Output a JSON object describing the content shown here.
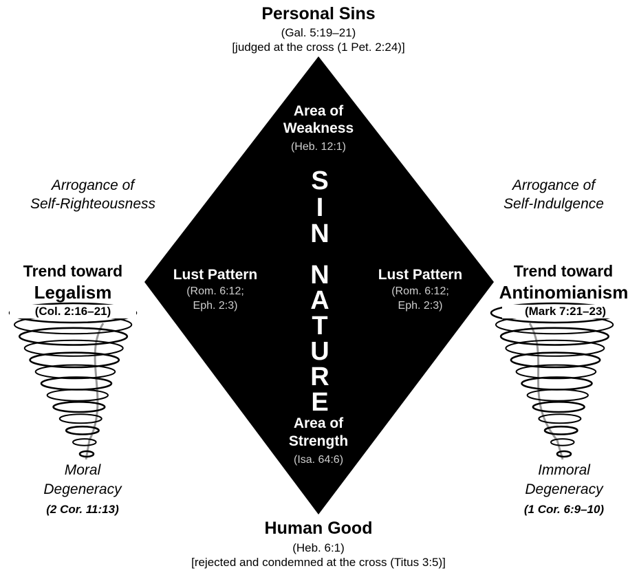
{
  "top": {
    "title": "Personal Sins",
    "ref": "(Gal. 5:19–21)",
    "note": "[judged at the cross (1 Pet. 2:24)]"
  },
  "bottom": {
    "title": "Human Good",
    "ref": "(Heb. 6:1)",
    "note": "[rejected and condemned at the cross (Titus 3:5)]"
  },
  "diamond": {
    "top_area_line1": "Area of",
    "top_area_line2": "Weakness",
    "top_area_ref": "(Heb. 12:1)",
    "bottom_area_line1": "Area of",
    "bottom_area_line2": "Strength",
    "bottom_area_ref": "(Isa. 64:6)",
    "left_lust_title": "Lust Pattern",
    "left_lust_ref1": "(Rom. 6:12;",
    "left_lust_ref2": "Eph. 2:3)",
    "right_lust_title": "Lust Pattern",
    "right_lust_ref1": "(Rom. 6:12;",
    "right_lust_ref2": "Eph. 2:3)",
    "letters": [
      "S",
      "I",
      "N",
      "N",
      "A",
      "T",
      "U",
      "R",
      "E"
    ]
  },
  "left": {
    "arrogance_line1": "Arrogance of",
    "arrogance_line2": "Self-Righteousness",
    "trend_line1": "Trend toward",
    "trend_line2": "Legalism",
    "trend_ref": "(Col. 2:16–21)",
    "result_line1": "Moral",
    "result_line2": "Degeneracy",
    "result_ref": "(2 Cor. 11:13)"
  },
  "right": {
    "arrogance_line1": "Arrogance of",
    "arrogance_line2": "Self-Indulgence",
    "trend_line1": "Trend toward",
    "trend_line2": "Antinomianism",
    "trend_ref": "(Mark 7:21–23)",
    "result_line1": "Immoral",
    "result_line2": "Degeneracy",
    "result_ref": "(1 Cor. 6:9–10)"
  },
  "colors": {
    "diamond_fill": "#000000",
    "diamond_text": "#ffffff",
    "diamond_ref_text": "#d0d0d0"
  }
}
